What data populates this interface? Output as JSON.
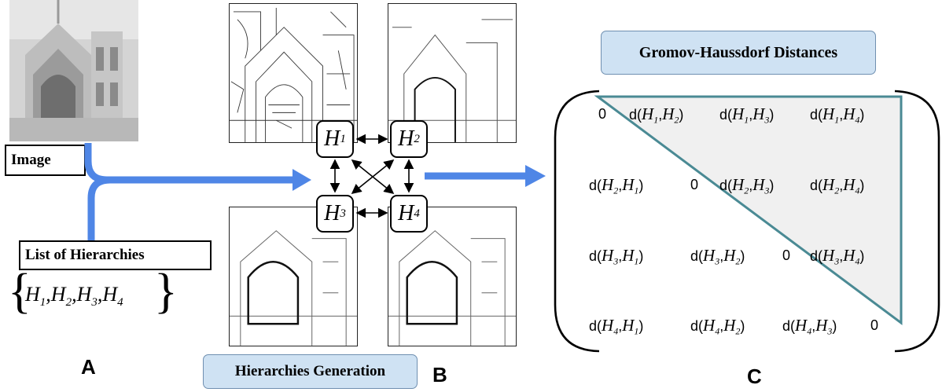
{
  "panel_a": {
    "letter": "A",
    "image_label": "Image",
    "list_label": "List of Hierarchies",
    "set_items": [
      {
        "sym": "H",
        "sub": "1"
      },
      {
        "sym": "H",
        "sub": "2"
      },
      {
        "sym": "H",
        "sub": "3"
      },
      {
        "sym": "H",
        "sub": "4"
      }
    ]
  },
  "panel_b": {
    "letter": "B",
    "caption": "Hierarchies Generation",
    "nodes": [
      {
        "sym": "H",
        "sub": "1"
      },
      {
        "sym": "H",
        "sub": "2"
      },
      {
        "sym": "H",
        "sub": "3"
      },
      {
        "sym": "H",
        "sub": "4"
      }
    ]
  },
  "panel_c": {
    "letter": "C",
    "title": "Gromov-Haussdorf Distances",
    "matrix": [
      [
        "0",
        "d(H1,H2)",
        "d(H1,H3)",
        "d(H1,H4)"
      ],
      [
        "d(H2,H1)",
        "0",
        "d(H2,H3)",
        "d(H2,H4)"
      ],
      [
        "d(H3,H1)",
        "d(H3,H2)",
        "0",
        "d(H3,H4)"
      ],
      [
        "d(H4,H1)",
        "d(H4,H2)",
        "d(H4,H3)",
        "0"
      ]
    ]
  },
  "colors": {
    "arrow_blue": "#4f86e6",
    "label_fill": "#cfe2f3",
    "triangle_stroke": "#4a8a94",
    "triangle_fill": "#f0f0f0"
  }
}
